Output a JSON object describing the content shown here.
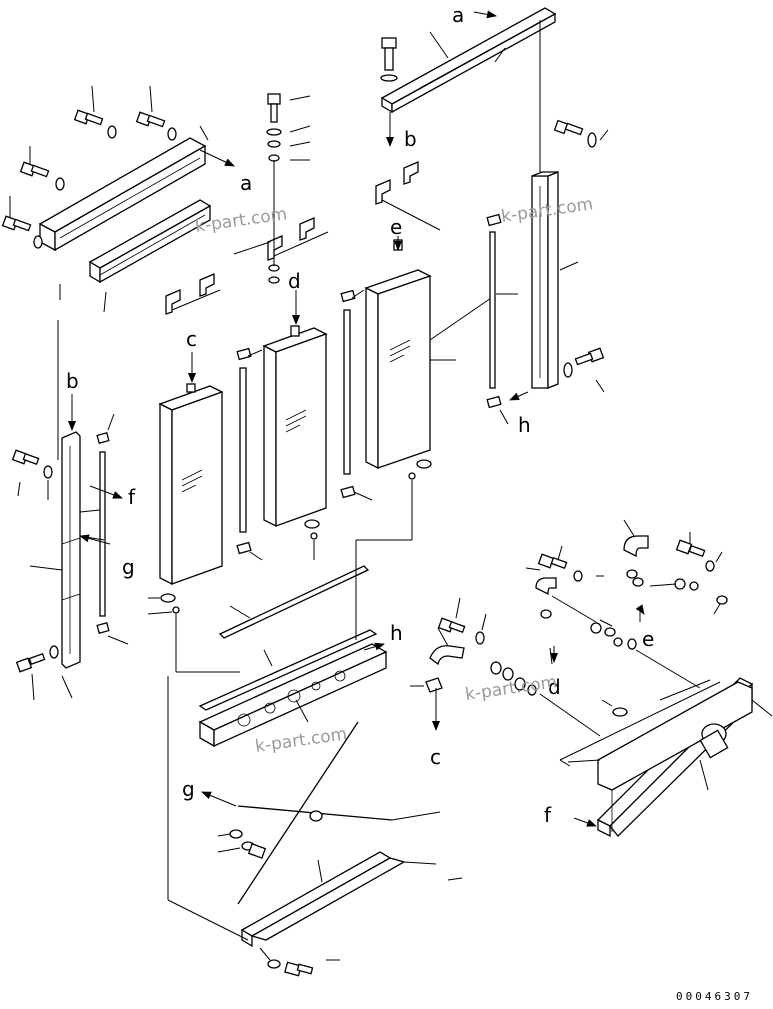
{
  "callouts": {
    "a_top": "a",
    "a_left": "a",
    "b_top": "b",
    "b_left": "b",
    "c_core": "c",
    "c_pipe": "c",
    "d_core": "d",
    "d_pipe": "d",
    "e_core": "e",
    "e_tank": "e",
    "f_left": "f",
    "f_tank": "f",
    "g_left": "g",
    "g_brace": "g",
    "h_right": "h",
    "h_bottom": "h"
  },
  "watermark": "k-part.com",
  "document_number": "00046307"
}
